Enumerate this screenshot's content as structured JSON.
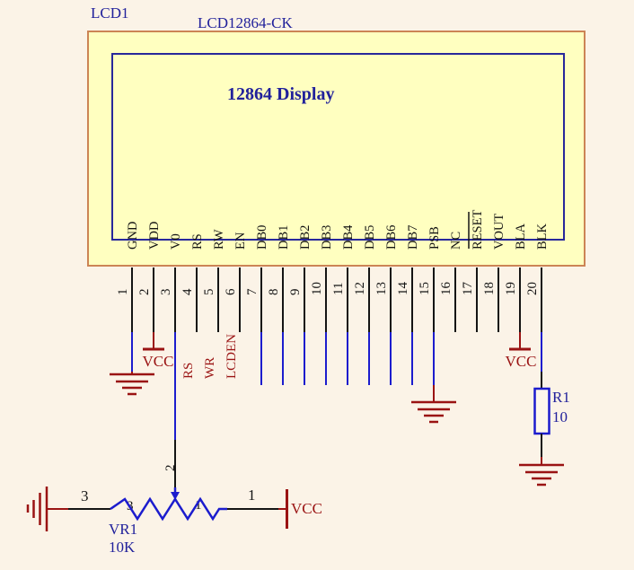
{
  "component": {
    "ref": "LCD1",
    "part": "LCD12864-CK",
    "title": "12864 Display",
    "pins": [
      {
        "num": "1",
        "name": "GND",
        "conn": "gnd"
      },
      {
        "num": "2",
        "name": "VDD",
        "conn": "vcc"
      },
      {
        "num": "3",
        "name": "V0",
        "conn": "v0"
      },
      {
        "num": "4",
        "name": "RS",
        "conn": "stub",
        "signal": "RS"
      },
      {
        "num": "5",
        "name": "RW",
        "conn": "stub",
        "signal": "WR"
      },
      {
        "num": "6",
        "name": "EN",
        "conn": "stub",
        "signal": "LCDEN"
      },
      {
        "num": "7",
        "name": "DB0",
        "conn": "wire"
      },
      {
        "num": "8",
        "name": "DB1",
        "conn": "wire"
      },
      {
        "num": "9",
        "name": "DB2",
        "conn": "wire"
      },
      {
        "num": "10",
        "name": "DB3",
        "conn": "wire"
      },
      {
        "num": "11",
        "name": "DB4",
        "conn": "wire"
      },
      {
        "num": "12",
        "name": "DB5",
        "conn": "wire"
      },
      {
        "num": "13",
        "name": "DB6",
        "conn": "wire"
      },
      {
        "num": "14",
        "name": "DB7",
        "conn": "wire"
      },
      {
        "num": "15",
        "name": "PSB",
        "conn": "psb_gnd"
      },
      {
        "num": "16",
        "name": "NC",
        "conn": "stub"
      },
      {
        "num": "17",
        "name": "RESET",
        "conn": "stub",
        "overline": true
      },
      {
        "num": "18",
        "name": "VOUT",
        "conn": "stub"
      },
      {
        "num": "19",
        "name": "BLA",
        "conn": "vcc"
      },
      {
        "num": "20",
        "name": "BLK",
        "conn": "resistor"
      }
    ]
  },
  "resistor": {
    "ref": "R1",
    "value": "10"
  },
  "pot": {
    "ref": "VR1",
    "value": "10K",
    "pin_left": "3",
    "pin_right": "1",
    "pin_wiper": "2",
    "body_left": "3",
    "body_right": "1"
  },
  "power": {
    "vcc": "VCC"
  },
  "colors": {
    "component_fill": "#ffffc0",
    "component_border": "#cc8455",
    "inner_outline": "#28289b",
    "label_blue": "#21219b",
    "wire_blue": "#1c1ccd",
    "dark_red": "#9a1313",
    "line_black": "#141414"
  }
}
